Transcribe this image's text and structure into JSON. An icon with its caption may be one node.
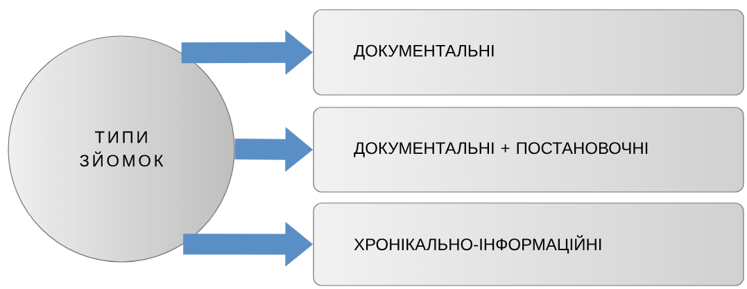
{
  "diagram": {
    "nodes": [
      {
        "text": [
          "ТИПИ ЗЙОМОК"
        ]
      },
      {
        "text": [
          "ДОКУМЕНТАЛЬНІ"
        ]
      },
      {
        "text": [
          "ДОКУМЕНТАЛЬНІ + ПОСТАНОВОЧНІ"
        ]
      },
      {
        "text": [
          "ХРОНІКАЛЬНО-ІНФОРМАЦІЙНІ"
        ]
      }
    ],
    "edges": [
      {
        "from": 0,
        "to": 1,
        "arrow": "to"
      },
      {
        "from": 0,
        "to": 2,
        "arrow": "to"
      },
      {
        "from": 0,
        "to": 3,
        "arrow": "to"
      }
    ]
  }
}
